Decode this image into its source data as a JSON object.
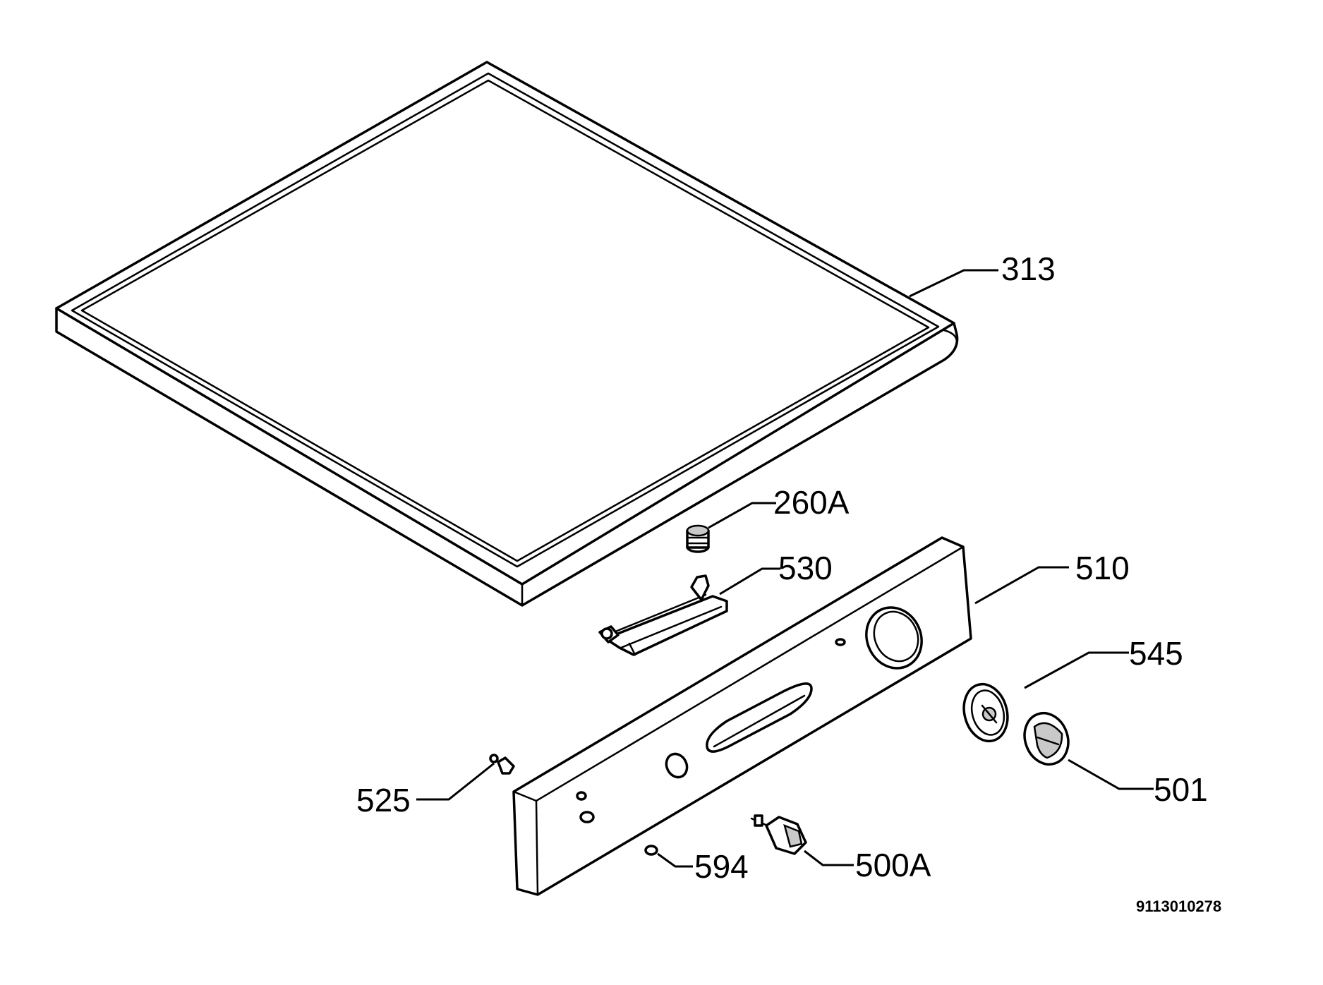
{
  "callouts": {
    "c313": "313",
    "c260a": "260A",
    "c530": "530",
    "c510": "510",
    "c545": "545",
    "c501": "501",
    "c525": "525",
    "c594": "594",
    "c500a": "500A"
  },
  "drawing_number": "9113010278"
}
